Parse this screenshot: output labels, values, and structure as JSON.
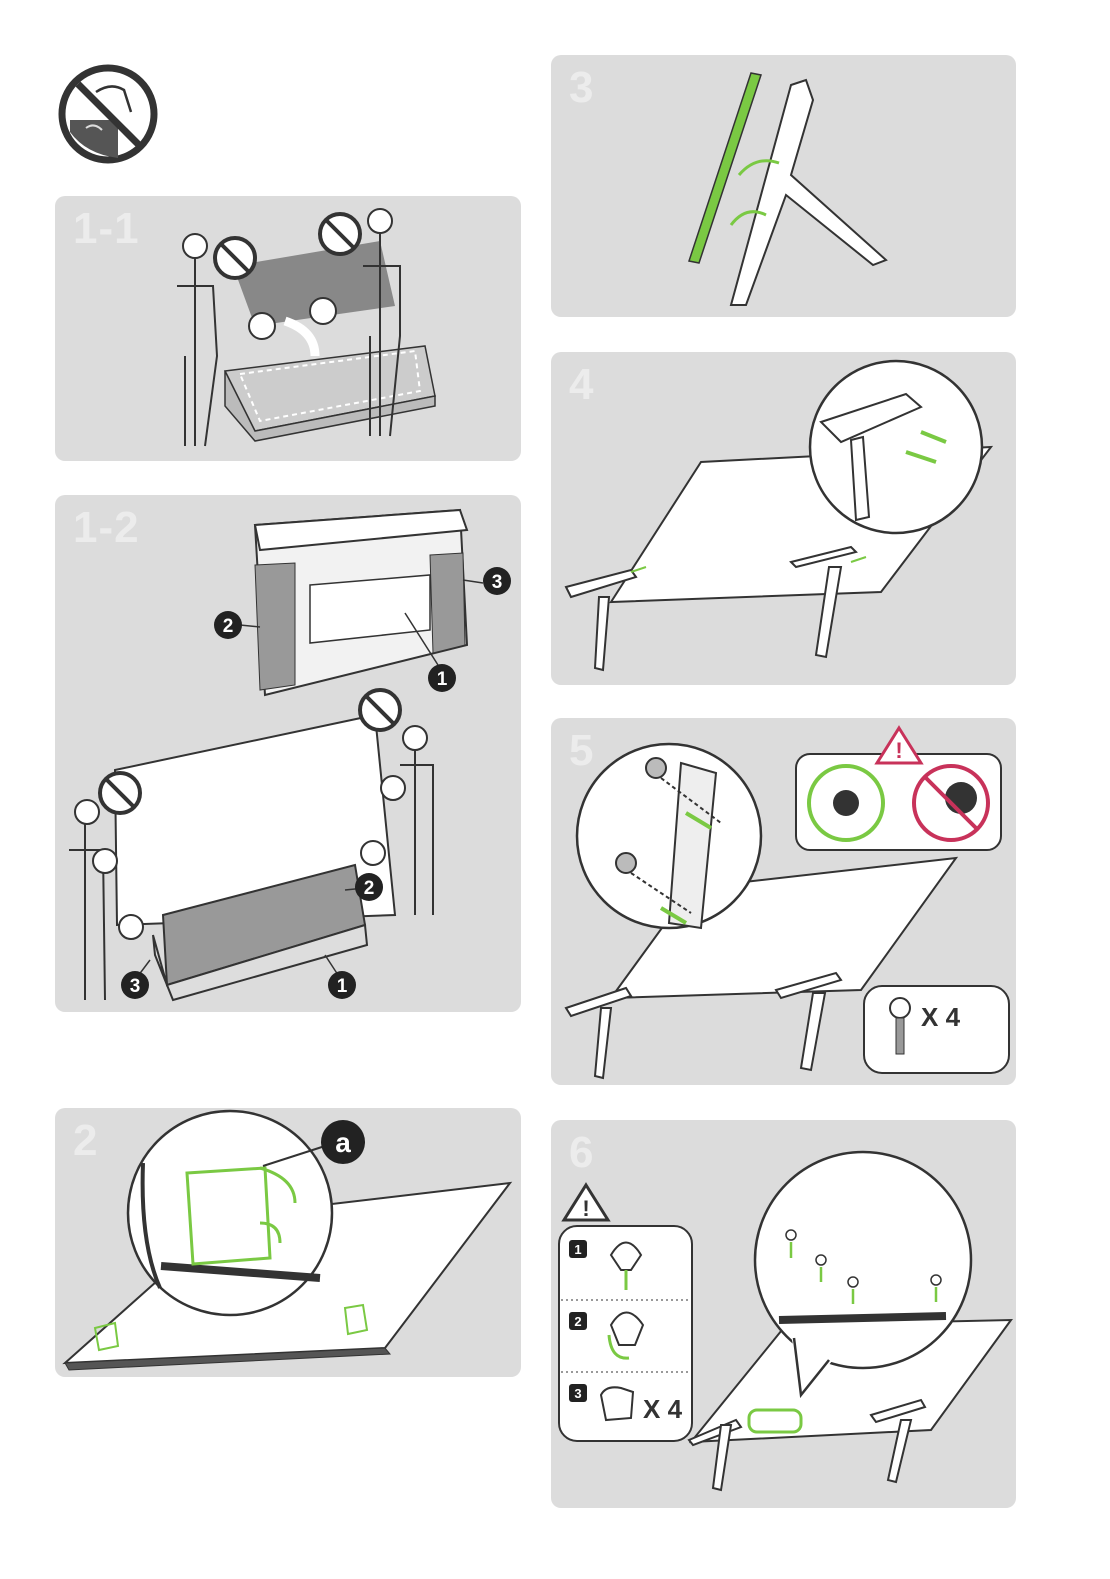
{
  "colors": {
    "accent_green": "#7ac943",
    "warning_red": "#c8325a",
    "panel_bg": "#dcdcdc",
    "line": "#333333"
  },
  "steps": {
    "s1_1": "1-1",
    "s1_2": "1-2",
    "s2": "2",
    "s3": "3",
    "s4": "4",
    "s5": "5",
    "s6": "6"
  },
  "callouts": {
    "one": "1",
    "two": "2",
    "three": "3",
    "a": "a"
  },
  "quantities": {
    "screws": "X 4",
    "clips": "X 4"
  },
  "icons": [
    "no-touch-screen-icon",
    "no-hand-icon",
    "warning-icon",
    "screw-icon",
    "clip-icon"
  ]
}
